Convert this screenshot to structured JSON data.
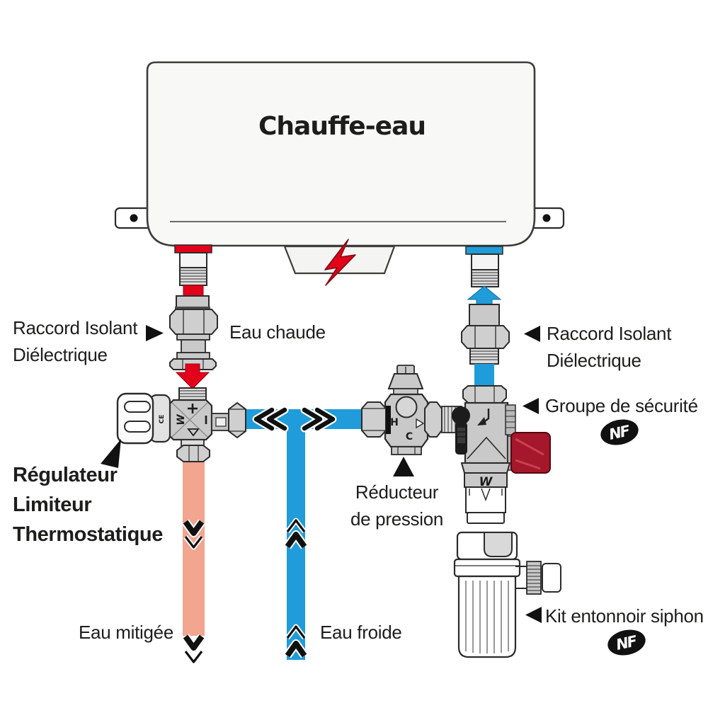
{
  "tank": {
    "title": "Chauffe-eau"
  },
  "labels": {
    "raccord_left_1": "Raccord Isolant",
    "raccord_left_2": "Diélectrique",
    "eau_chaude": "Eau chaude",
    "raccord_right_1": "Raccord Isolant",
    "raccord_right_2": "Diélectrique",
    "groupe_securite": "Groupe de sécurité",
    "regulateur_1": "Régulateur",
    "regulateur_2": "Limiteur",
    "regulateur_3": "Thermostatique",
    "reducteur_1": "Réducteur",
    "reducteur_2": "de pression",
    "eau_mitigee": "Eau mitigée",
    "eau_froide": "Eau froide",
    "kit_entonnoir": "Kit entonnoir siphon"
  },
  "badges": {
    "nf": "NF"
  },
  "markings": {
    "watts_w": "W",
    "ce": "CE",
    "hot_h": "H",
    "cold_c": "C"
  },
  "colors": {
    "hot_red": "#e2001a",
    "cold_blue": "#1f9cd9",
    "mixed_salmon": "#f2a58f",
    "metal_gray": "#c9c9c9",
    "thread_gray": "#dddddd",
    "outline": "#2b2b2b",
    "relief_cap_red": "#a5182b",
    "text": "#1d1d1b"
  }
}
